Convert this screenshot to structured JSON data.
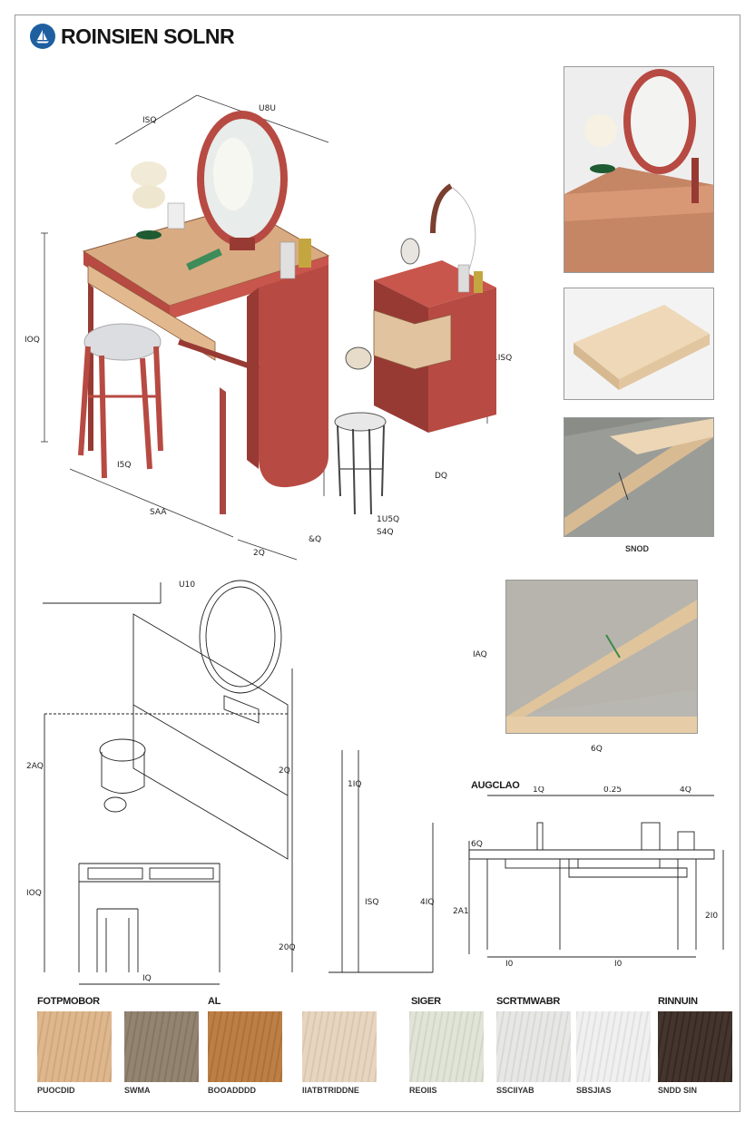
{
  "brand": {
    "title": "ROINSIEN SOLNR",
    "logo_icon": "sailboat-logo-icon",
    "accent": "#1f5fa0"
  },
  "colors": {
    "frame_red": "#b74a42",
    "oak": "#d8ab82",
    "seat_grey": "#dcdde0",
    "walnut": "#3a2a24"
  },
  "iso_dims": {
    "top_depth": "ISQ",
    "top_width": "U8U",
    "height_left": "IOQ",
    "base_front": "I5Q",
    "base_width": "SAA",
    "base_side": "&Q",
    "base_end": "2Q",
    "nightstand_h": "1ISQ",
    "nightstand_base": "DQ",
    "stool_h": "1U5Q",
    "stool_base": "S4Q"
  },
  "photo_caption": "SNOD",
  "drawing_dims": {
    "mirror_top": "U10",
    "left_h1": "2AQ",
    "left_h2": "IOQ",
    "left_h3": "20Q",
    "front_w": "IQ",
    "right_h1": "2Q",
    "right_h2": "1IQ",
    "mid_w": "ISQ",
    "tall_h": "4IQ",
    "joint_h": "IAQ",
    "joint_w": "6Q",
    "elev_title": "AUGCLAO",
    "elev_w1": "1Q",
    "elev_w2": "0.25",
    "elev_w3": "4Q",
    "elev_side_l": "6Q",
    "elev_h_l": "2A1",
    "elev_h_r": "2I0",
    "elev_base_l": "I0",
    "elev_base_r": "I0"
  },
  "materials": {
    "groups": [
      "FOTPMOBOR",
      "AL",
      "SIGER",
      "SCRTMWABR",
      "RINNUIN"
    ],
    "swatches": [
      {
        "label": "PUOCDID",
        "color": "#dcb387"
      },
      {
        "label": "SWMA",
        "color": "#8d7d6a"
      },
      {
        "label": "BOOADDDD",
        "color": "#b9783c"
      },
      {
        "label": "IIATBTRIDDNE",
        "color": "#e7d3bc"
      },
      {
        "label": "REOIIS",
        "color": "#dfe3d5"
      },
      {
        "label": "SSCIIYAB",
        "color": "#e6e6e4"
      },
      {
        "label": "SBSJIAS",
        "color": "#efefef"
      },
      {
        "label": "SNDD SIN",
        "color": "#3a2a24"
      }
    ]
  }
}
